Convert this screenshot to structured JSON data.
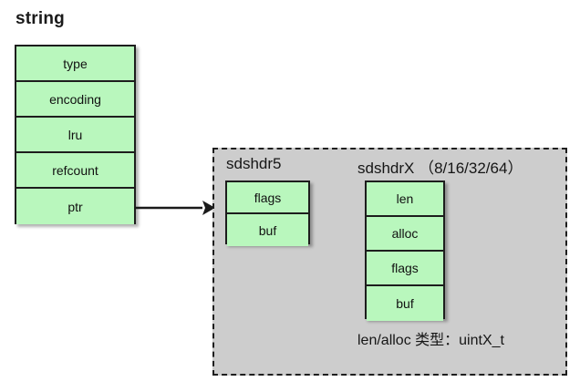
{
  "diagram": {
    "title": "string",
    "background_color": "#ffffff",
    "box_fill_color": "#b9f7bd",
    "box_border_color": "#1d1d1d",
    "container_fill_color": "#cdcdcd",
    "container_border_color": "#1e1e1e"
  },
  "string_struct": {
    "label": "string",
    "fields": [
      {
        "name": "type"
      },
      {
        "name": "encoding"
      },
      {
        "name": "lru"
      },
      {
        "name": "refcount"
      },
      {
        "name": "ptr"
      }
    ]
  },
  "arrow": {
    "name": "ptr-to-sds-arrow"
  },
  "sds_container": {
    "sdshdr5": {
      "title": "sdshdr5",
      "fields": [
        {
          "name": "flags"
        },
        {
          "name": "buf"
        }
      ]
    },
    "sdshdrx": {
      "title": "sdshdrX （8/16/32/64）",
      "fields": [
        {
          "name": "len"
        },
        {
          "name": "alloc"
        },
        {
          "name": "flags"
        },
        {
          "name": "buf"
        }
      ]
    },
    "footnote": "len/alloc 类型：uintX_t"
  }
}
